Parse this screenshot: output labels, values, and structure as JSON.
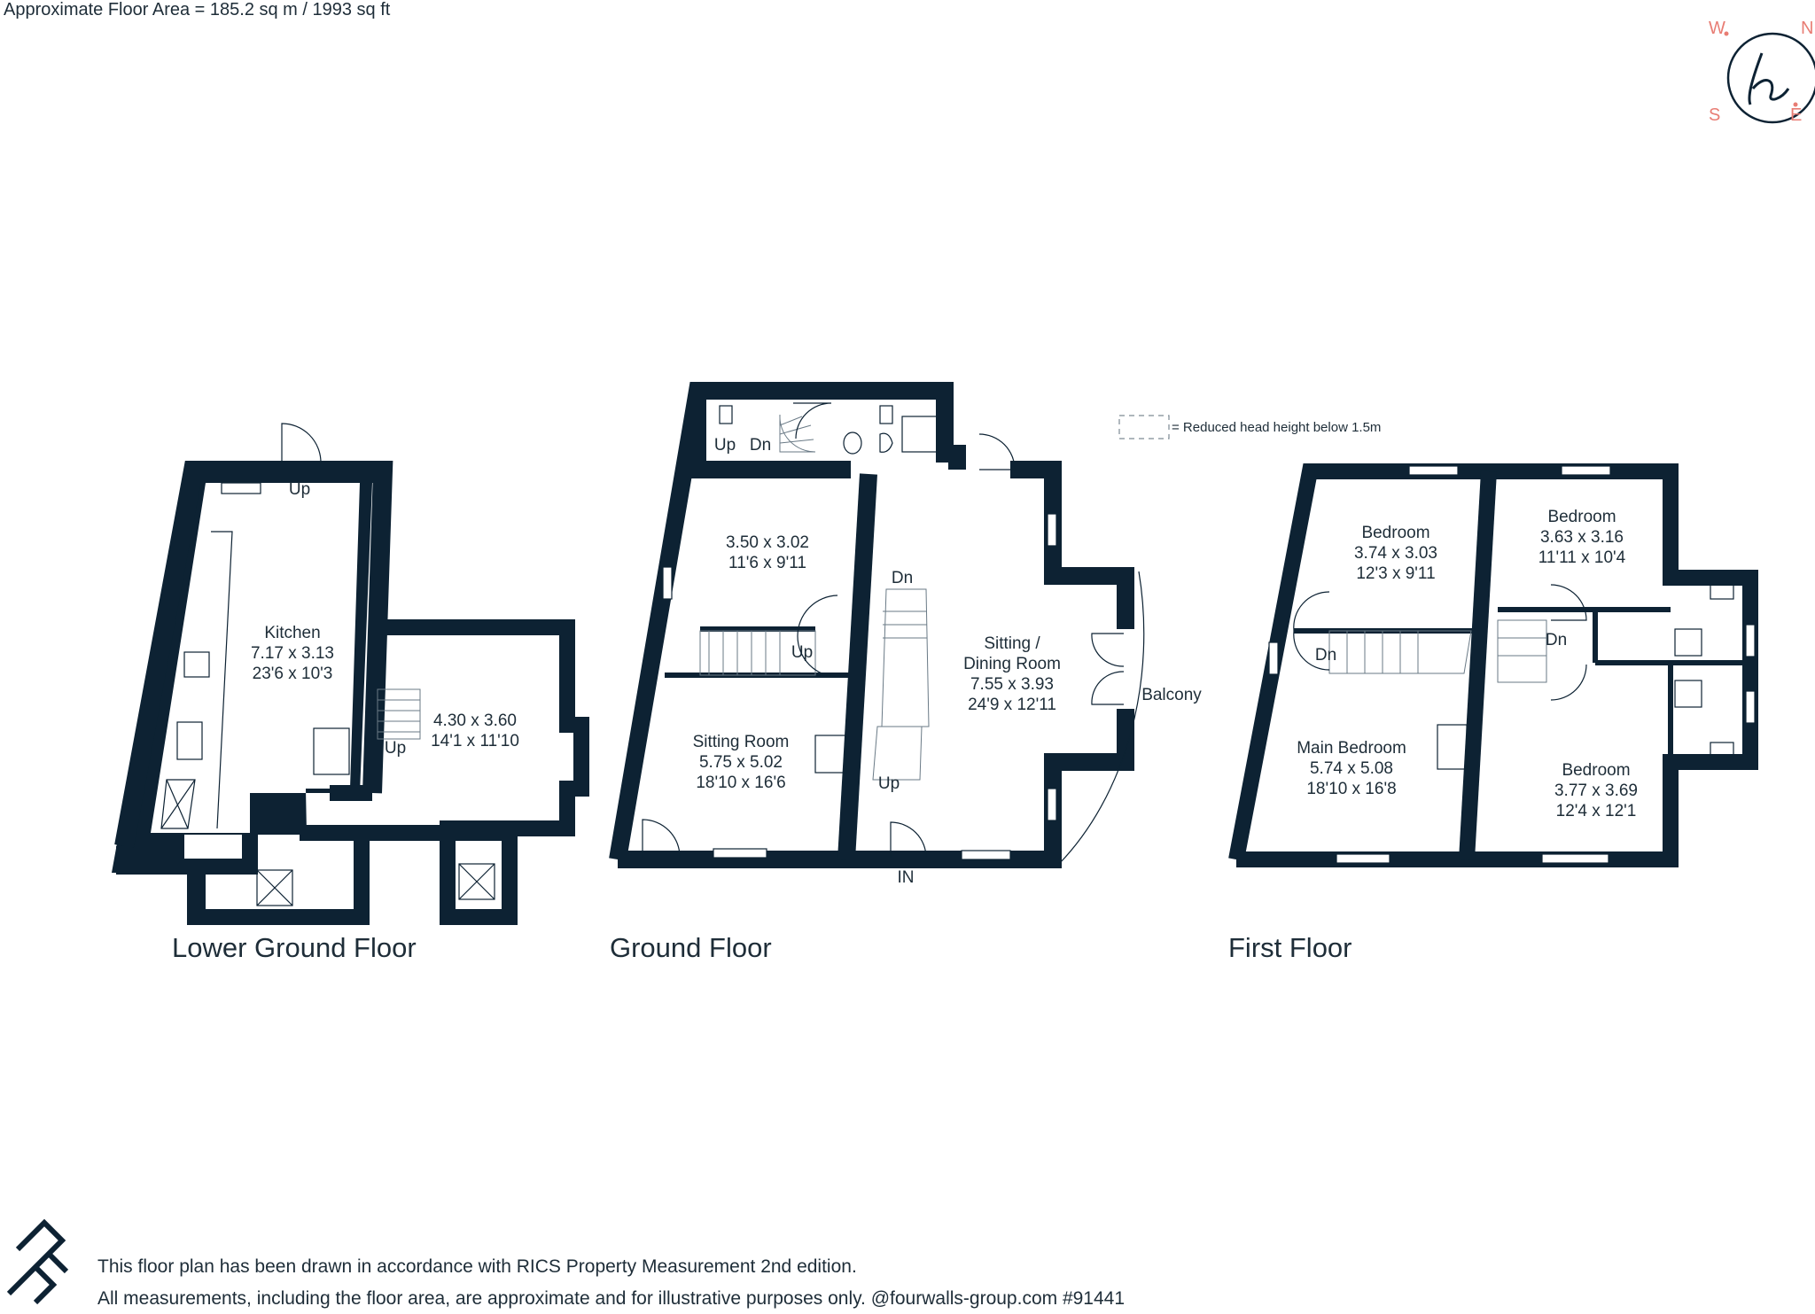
{
  "header": {
    "floor_area": "Approximate Floor Area = 185.2 sq m / 1993 sq ft"
  },
  "compass": {
    "west": "W",
    "north": "N",
    "south": "S",
    "east": "E",
    "icon": "brand-logo-icon",
    "accent_color": "#e87d74"
  },
  "legend": {
    "text": "= Reduced head height below 1.5m"
  },
  "floors": {
    "lower_ground": {
      "label": "Lower Ground Floor",
      "kitchen": {
        "name": "Kitchen",
        "metric": "7.17 x 3.13",
        "imperial": "23'6 x 10'3"
      },
      "room2": {
        "metric": "4.30 x 3.60",
        "imperial": "14'1 x 11'10"
      },
      "stairs_up_1": "Up",
      "stairs_up_2": "Up"
    },
    "ground": {
      "label": "Ground Floor",
      "room1": {
        "metric": "3.50 x 3.02",
        "imperial": "11'6 x 9'11"
      },
      "sitting_room": {
        "name": "Sitting Room",
        "metric": "5.75 x 5.02",
        "imperial": "18'10 x 16'6"
      },
      "sitting_dining": {
        "name_line1": "Sitting /",
        "name_line2": "Dining Room",
        "metric": "7.55 x 3.93",
        "imperial": "24'9 x 12'11"
      },
      "balcony": "Balcony",
      "entrance": "IN",
      "stairs_up_top": "Up",
      "stairs_dn_top": "Dn",
      "stairs_dn_mid": "Dn",
      "stairs_up_mid": "Up",
      "stairs_up_low": "Up"
    },
    "first": {
      "label": "First Floor",
      "bedroom1": {
        "name": "Bedroom",
        "metric": "3.74 x 3.03",
        "imperial": "12'3 x 9'11"
      },
      "bedroom2": {
        "name": "Bedroom",
        "metric": "3.63 x 3.16",
        "imperial": "11'11 x 10'4"
      },
      "main_bedroom": {
        "name": "Main Bedroom",
        "metric": "5.74 x 5.08",
        "imperial": "18'10 x 16'8"
      },
      "bedroom3": {
        "name": "Bedroom",
        "metric": "3.77 x 3.69",
        "imperial": "12'4 x 12'1"
      },
      "stairs_dn_1": "Dn",
      "stairs_dn_2": "Dn"
    }
  },
  "footer": {
    "line1": "This floor plan has been drawn in accordance with RICS Property Measurement 2nd edition.",
    "line2": "All measurements, including the floor area, are approximate and for illustrative purposes only. @fourwalls-group.com #91441",
    "logo_icon": "fourwalls-logo-icon"
  }
}
